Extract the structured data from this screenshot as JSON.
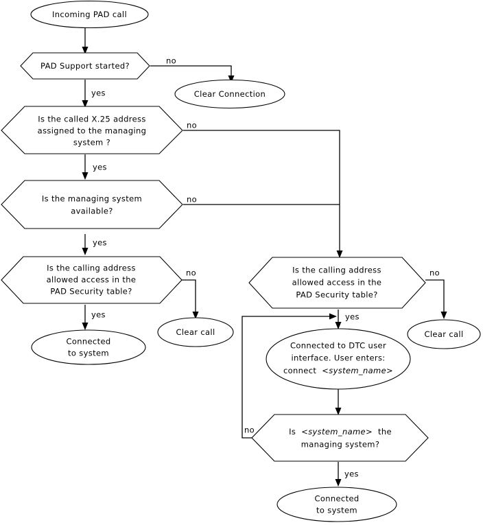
{
  "diagram": {
    "title": "PAD call handling flowchart",
    "background_color": "#ffffff",
    "line_color": "#000000",
    "text_color": "#000000",
    "nodes": {
      "incoming_pad_call": {
        "shape": "ellipse",
        "lines": [
          "Incoming PAD call"
        ]
      },
      "pad_support_started": {
        "shape": "hexagon",
        "lines": [
          "PAD Support started?"
        ]
      },
      "clear_connection": {
        "shape": "ellipse",
        "lines": [
          "Clear  Connection"
        ]
      },
      "called_x25_address": {
        "shape": "hexagon",
        "lines": [
          "Is the called X.25 address",
          "assigned to the managing",
          "system ?"
        ]
      },
      "managing_system_available": {
        "shape": "hexagon",
        "lines": [
          "Is the managing system",
          "available?"
        ]
      },
      "pad_security_left": {
        "shape": "hexagon",
        "lines": [
          "Is the calling address",
          "allowed access in the",
          "PAD Security table?"
        ]
      },
      "connected_to_system_left": {
        "shape": "ellipse",
        "lines": [
          "Connected",
          "to system"
        ]
      },
      "clear_call_left": {
        "shape": "ellipse",
        "lines": [
          "Clear call"
        ]
      },
      "pad_security_right": {
        "shape": "hexagon",
        "lines": [
          "Is the calling address",
          "allowed access in the",
          "PAD Security table?"
        ]
      },
      "clear_call_right": {
        "shape": "ellipse",
        "lines": [
          "Clear call"
        ]
      },
      "connected_dtc": {
        "shape": "ellipse",
        "lines": [
          "Connected to DTC user",
          "interface. User enters:",
          "connect  <system_name>"
        ],
        "italic_segment": "<system_name>"
      },
      "is_system_name_managing": {
        "shape": "hexagon",
        "lines": [
          "Is  <system_name>  the",
          "managing  system?"
        ],
        "italic_segment": "<system_name>"
      },
      "connected_to_system_right": {
        "shape": "ellipse",
        "lines": [
          "Connected",
          "to system"
        ]
      }
    },
    "edge_labels": {
      "pad_support_no": "no",
      "pad_support_yes": "yes",
      "x25_no": "no",
      "x25_yes": "yes",
      "managing_avail_no": "no",
      "managing_avail_yes": "yes",
      "security_left_no": "no",
      "security_left_yes": "yes",
      "security_right_no": "no",
      "security_right_yes": "yes",
      "system_name_no": "no",
      "system_name_yes": "yes"
    }
  }
}
